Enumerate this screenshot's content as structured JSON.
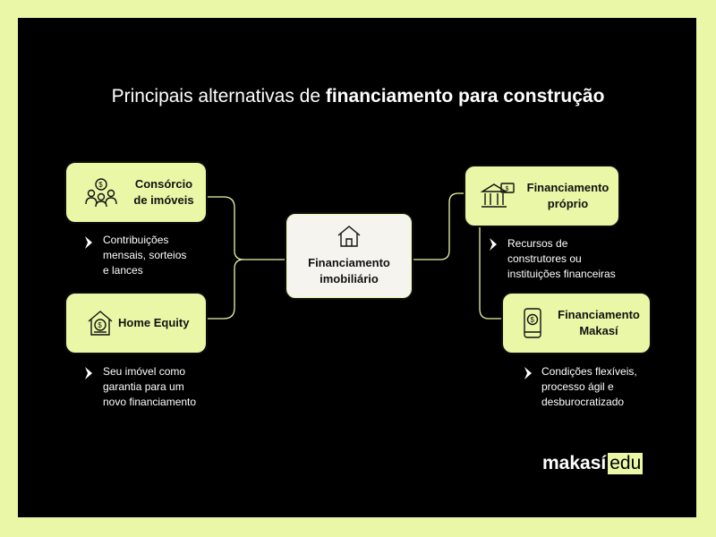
{
  "title": {
    "regular": "Principais alternativas de ",
    "bold": "financiamento para construção"
  },
  "center": {
    "label_line1": "Financiamento",
    "label_line2": "imobiliário",
    "icon": "house-icon"
  },
  "left_top": {
    "label_line1": "Consórcio",
    "label_line2": "de imóveis",
    "icon": "group-money-icon",
    "desc": [
      "Contribuições",
      "mensais, sorteios",
      "e lances"
    ]
  },
  "left_bottom": {
    "label": "Home Equity",
    "icon": "house-money-icon",
    "desc": [
      "Seu imóvel como",
      "garantia para um",
      "novo financiamento"
    ]
  },
  "right_top": {
    "label_line1": "Financiamento",
    "label_line2": "próprio",
    "icon": "bank-money-icon",
    "desc": [
      "Recursos de",
      "construtores ou",
      "instituições financeiras"
    ]
  },
  "right_bottom": {
    "label_line1": "Financiamento",
    "label_line2": "Makasí",
    "icon": "phone-money-icon",
    "desc": [
      "Condições flexíveis,",
      "processo ágil e",
      "desburocratizado"
    ]
  },
  "logo": {
    "text": "makasí",
    "suffix": "edu"
  },
  "colors": {
    "accent": "#e9f7a6",
    "background": "#000000",
    "center_box": "#f6f4ee"
  }
}
